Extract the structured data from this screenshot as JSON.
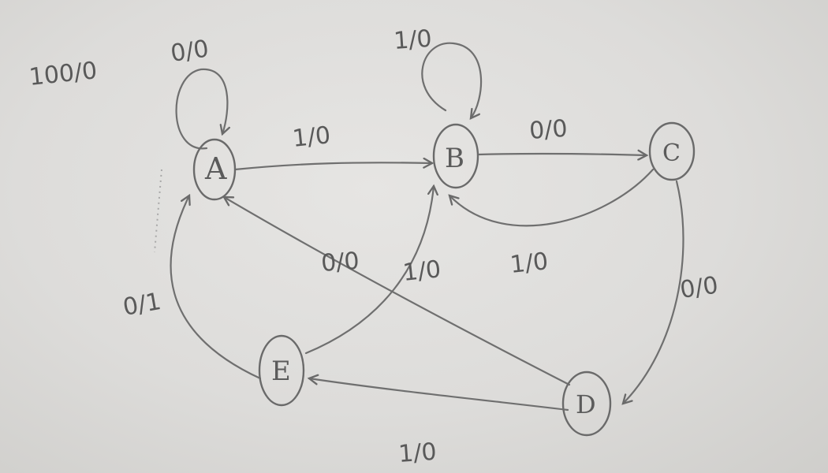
{
  "title": "100/0",
  "states": [
    {
      "id": "A",
      "label": "A"
    },
    {
      "id": "B",
      "label": "B"
    },
    {
      "id": "C",
      "label": "C"
    },
    {
      "id": "D",
      "label": "D"
    },
    {
      "id": "E",
      "label": "E"
    }
  ],
  "transitions": [
    {
      "from": "A",
      "to": "A",
      "label": "0/0"
    },
    {
      "from": "A",
      "to": "B",
      "label": "1/0"
    },
    {
      "from": "B",
      "to": "B",
      "label": "1/0"
    },
    {
      "from": "B",
      "to": "C",
      "label": "0/0"
    },
    {
      "from": "C",
      "to": "B",
      "label": "1/0"
    },
    {
      "from": "C",
      "to": "D",
      "label": "0/0"
    },
    {
      "from": "D",
      "to": "A",
      "label": "0/0"
    },
    {
      "from": "D",
      "to": "E",
      "label": "1/0"
    },
    {
      "from": "E",
      "to": "B",
      "label": "1/0"
    },
    {
      "from": "E",
      "to": "A",
      "label": "0/1"
    }
  ],
  "colors": {
    "paper": "#dddcda",
    "pencil": "#6f6f6f"
  }
}
